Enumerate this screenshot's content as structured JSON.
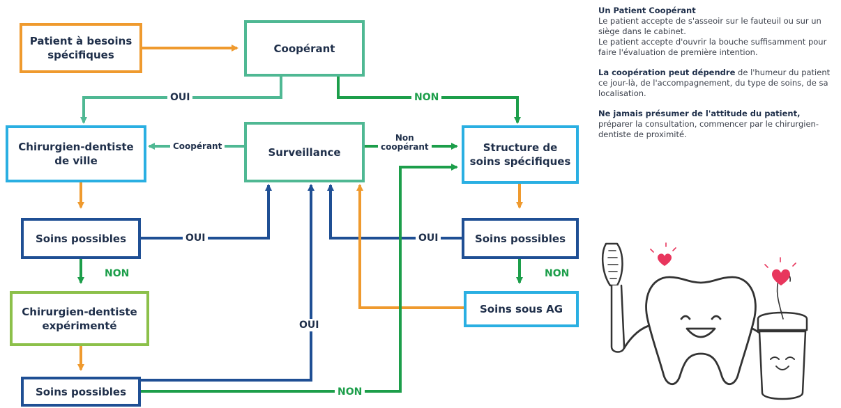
{
  "nodes": {
    "patient": "Patient à besoins\nspécifiques",
    "cooperant": "Coopérant",
    "cd_ville": "Chirurgien-dentiste\nde ville",
    "surveillance": "Surveillance",
    "structure": "Structure de\nsoins spécifiques",
    "soins_possibles_1": "Soins possibles",
    "soins_possibles_2": "Soins possibles",
    "cd_experimente": "Chirurgien-dentiste\nexpérimenté",
    "soins_ag": "Soins sous AG",
    "soins_possibles_3": "Soins possibles"
  },
  "edge_labels": {
    "oui_top": "OUI",
    "non_top": "NON",
    "cooperant_left": "Coopérant",
    "non_cooperant": "Non\ncoopérant",
    "oui_left_mid": "OUI",
    "non_left_mid": "NON",
    "oui_right_mid": "OUI",
    "non_right_mid": "NON",
    "oui_bottom": "OUI",
    "non_bottom": "NON"
  },
  "info": {
    "p1_title": "Un Patient Coopérant",
    "p1_text": "Le patient accepte de s'asseoir sur le fauteuil ou sur un siège dans le cabinet.",
    "p1_text2": "Le patient accepte d'ouvrir la bouche suffisamment pour faire l'évaluation de première intention.",
    "p2_bold": "La coopération peut dépendre",
    "p2_text": " de l'humeur du patient ce jour-là, de l'accompagnement, du type de soins, de sa localisation.",
    "p3_bold": "Ne jamais présumer de l'attitude du patient,",
    "p3_text": " préparer la consultation, commencer par le chirurgien-dentiste de proximité."
  },
  "colors": {
    "orange": "#ef9a2e",
    "teal": "#4fb893",
    "blue": "#2aafe2",
    "navy": "#1f4f94",
    "green": "#1c9e4a",
    "lime": "#8cc04a",
    "heart": "#e8365d"
  },
  "icons": [
    "toothbrush-icon",
    "tooth-icon",
    "floss-icon",
    "heart-icon"
  ]
}
